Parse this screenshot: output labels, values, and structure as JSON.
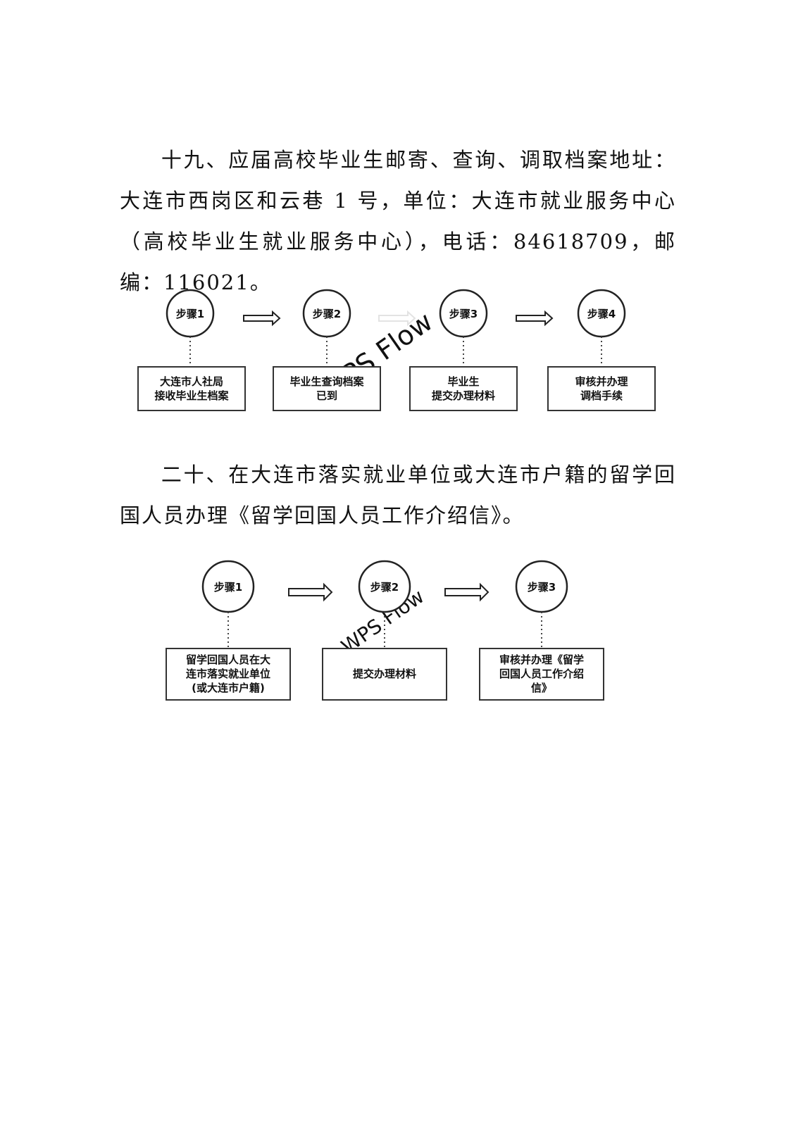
{
  "section19": {
    "text": "十九、应届高校毕业生邮寄、查询、调取档案地址：大连市西岗区和云巷 1 号，单位：大连市就业服务中心（高校毕业生就业服务中心），电话：84618709，邮编：116021。",
    "flow": {
      "watermark": "WPS Flow",
      "steps": [
        {
          "step": "步骤1",
          "lines": [
            "大连市人社局",
            "接收毕业生档案"
          ]
        },
        {
          "step": "步骤2",
          "lines": [
            "毕业生查询档案",
            "已到"
          ]
        },
        {
          "step": "步骤3",
          "lines": [
            "毕业生",
            "提交办理材料"
          ]
        },
        {
          "step": "步骤4",
          "lines": [
            "审核并办理",
            "调档手续"
          ]
        }
      ]
    }
  },
  "section20": {
    "text": "二十、在大连市落实就业单位或大连市户籍的留学回国人员办理《留学回国人员工作介绍信》。",
    "flow": {
      "watermark": "WPS Flow",
      "steps": [
        {
          "step": "步骤1",
          "lines": [
            "留学回国人员在大",
            "连市落实就业单位",
            "(或大连市户籍)"
          ]
        },
        {
          "step": "步骤2",
          "lines": [
            "提交办理材料"
          ]
        },
        {
          "step": "步骤3",
          "lines": [
            "审核并办理《留学",
            "回国人员工作介绍",
            "信》"
          ]
        }
      ]
    }
  }
}
